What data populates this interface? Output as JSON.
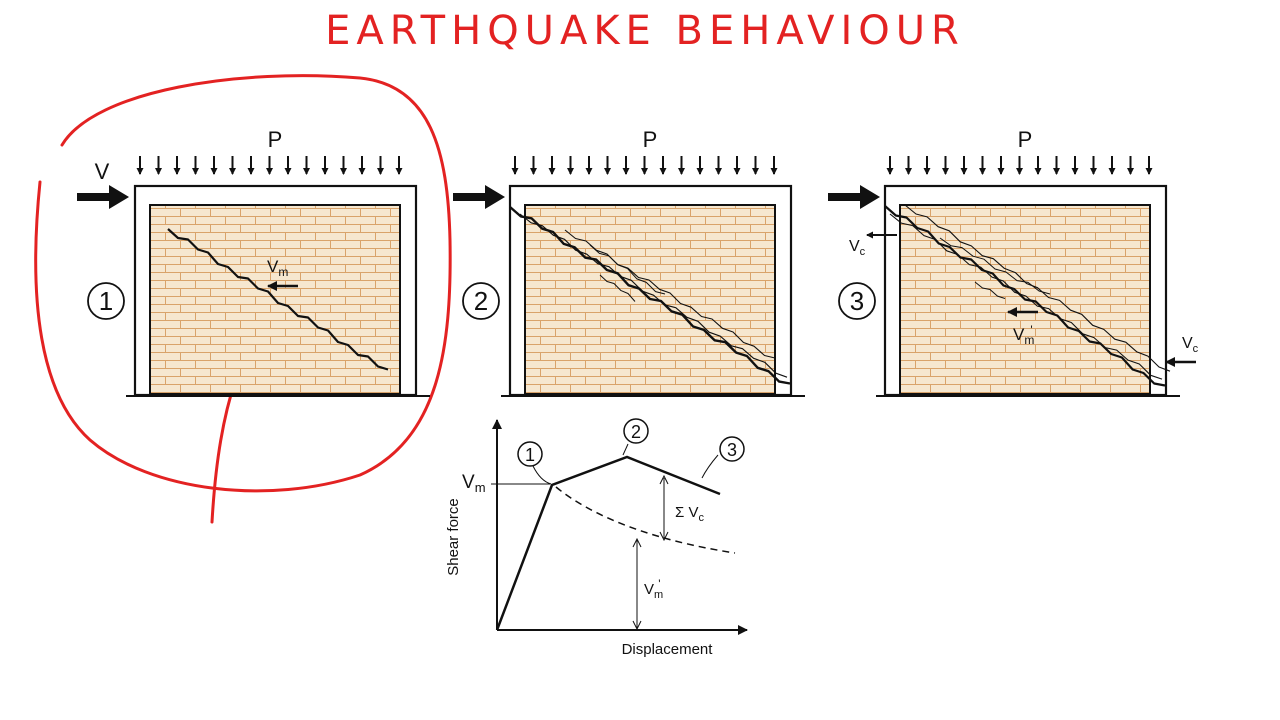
{
  "title": "EARTHQUAKE BEHAVIOUR",
  "colors": {
    "annotation": "#e32222",
    "ink": "#111111",
    "brick_fill": "#f6e7cf",
    "mortar": "#d9a36a",
    "background": "#ffffff"
  },
  "panels": [
    {
      "number": "1",
      "load_label": "P",
      "shear_label": "V",
      "force_label_main": "V",
      "force_label_sub": "m"
    },
    {
      "number": "2",
      "load_label": "P"
    },
    {
      "number": "3",
      "load_label": "P",
      "force_label_main": "V",
      "force_label_sub": "m",
      "force_label_prime": "'",
      "vc_main": "V",
      "vc_sub": "c"
    }
  ],
  "graph": {
    "ylabel": "Shear force",
    "xlabel": "Displacement",
    "vm_main": "V",
    "vm_sub": "m",
    "sum_vc_main": "Σ V",
    "sum_vc_sub": "c",
    "vm_prime_main": "V",
    "vm_prime_sub": "m",
    "vm_prime_mark": "'",
    "stage_markers": [
      "1",
      "2",
      "3"
    ]
  },
  "icons": {
    "load_arrow": "down-arrow-icon",
    "push_arrow": "right-arrow-icon",
    "reaction_arrow": "left-arrow-icon"
  }
}
